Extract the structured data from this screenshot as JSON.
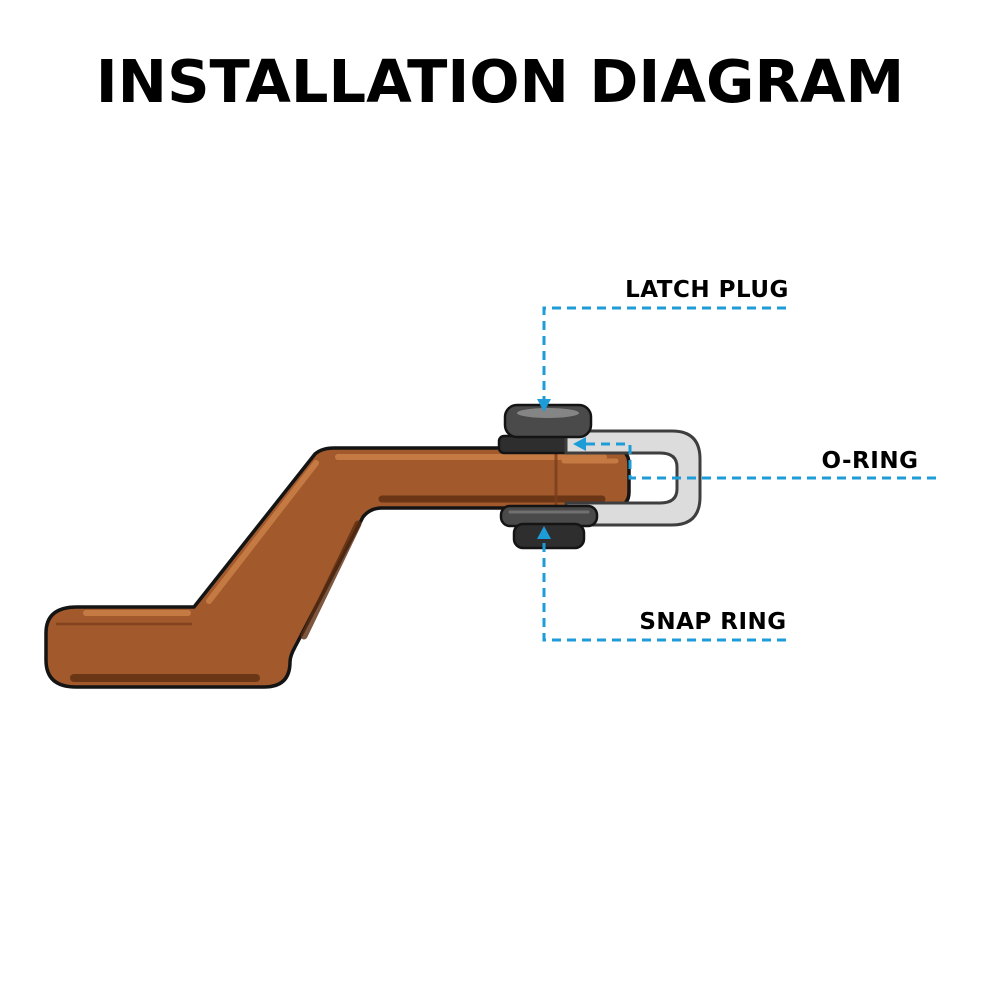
{
  "title": "INSTALLATION DIAGRAM",
  "callouts": [
    {
      "id": "latch-plug",
      "label": "LATCH PLUG"
    },
    {
      "id": "o-ring",
      "label": "O-RING"
    },
    {
      "id": "snap-ring",
      "label": "SNAP RING"
    }
  ],
  "parts": [
    "hitch-drop-arm",
    "latch-plug-cap",
    "latch-clip",
    "o-ring-location",
    "snap-ring-washer",
    "retaining-nut"
  ],
  "colors": {
    "background": "#FFFFFF",
    "label_text": "#000000",
    "accent_blue": "#1E9CD8",
    "body_copper": "#A2592C",
    "copper_highlight": "#C87C44",
    "copper_shadow": "#5E2D12",
    "outline": "#141414",
    "hardware_gray": "#4A4A4A",
    "clip_gray": "#DCDCDC"
  }
}
